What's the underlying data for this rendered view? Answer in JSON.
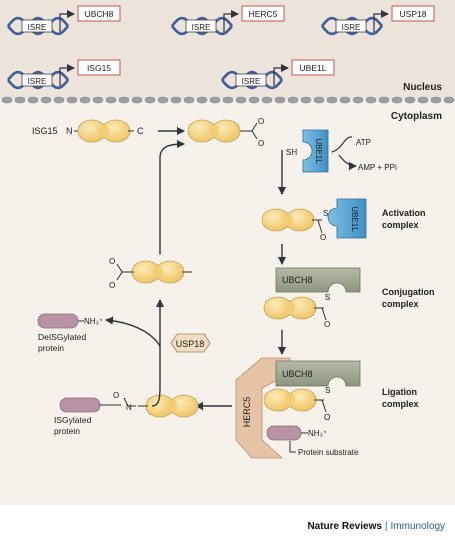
{
  "genes": {
    "isre": "ISRE",
    "row1": [
      "UBCH8",
      "HERC5",
      "USP18"
    ],
    "row2": [
      "ISG15",
      "UBE1L"
    ]
  },
  "compartments": {
    "nucleus": "Nucleus",
    "cytoplasm": "Cytoplasm"
  },
  "isg15": {
    "label": "ISG15",
    "n_term": "N",
    "c_term": "C"
  },
  "chem": {
    "oxygen": "O",
    "sulfur": "S",
    "thiol": "SH",
    "atp": "ATP",
    "amp": "AMP + PPi",
    "nh3": "NH₃⁺"
  },
  "enzymes": {
    "e1": "UBE1L",
    "e2": "UBCH8",
    "e3": "HERC5",
    "protease": "USP18"
  },
  "steps": {
    "activation": [
      "Activation",
      "complex"
    ],
    "conjugation": [
      "Conjugation",
      "complex"
    ],
    "ligation": [
      "Ligation",
      "complex"
    ]
  },
  "products": {
    "deisgylated": [
      "DeISGylated",
      "protein"
    ],
    "isgylated": [
      "ISGylated",
      "protein"
    ],
    "substrate": "Protein substrate"
  },
  "credit": {
    "brand": "Nature Reviews",
    "separator": "|",
    "journal": "Immunology"
  },
  "colors": {
    "nucleus_bg": "#ece4da",
    "cytoplasm_bg": "#f6f1ea",
    "isg15": "#f5d27a",
    "isg15_edge": "#c9a24b",
    "ube1l": "#58a9d6",
    "ubch8": "#9ea592",
    "herc5": "#e7c3a6",
    "substrate": "#b992a6",
    "gene_box": "#c85050",
    "dna": "#3d5f9c",
    "arrow": "#2e3440"
  }
}
